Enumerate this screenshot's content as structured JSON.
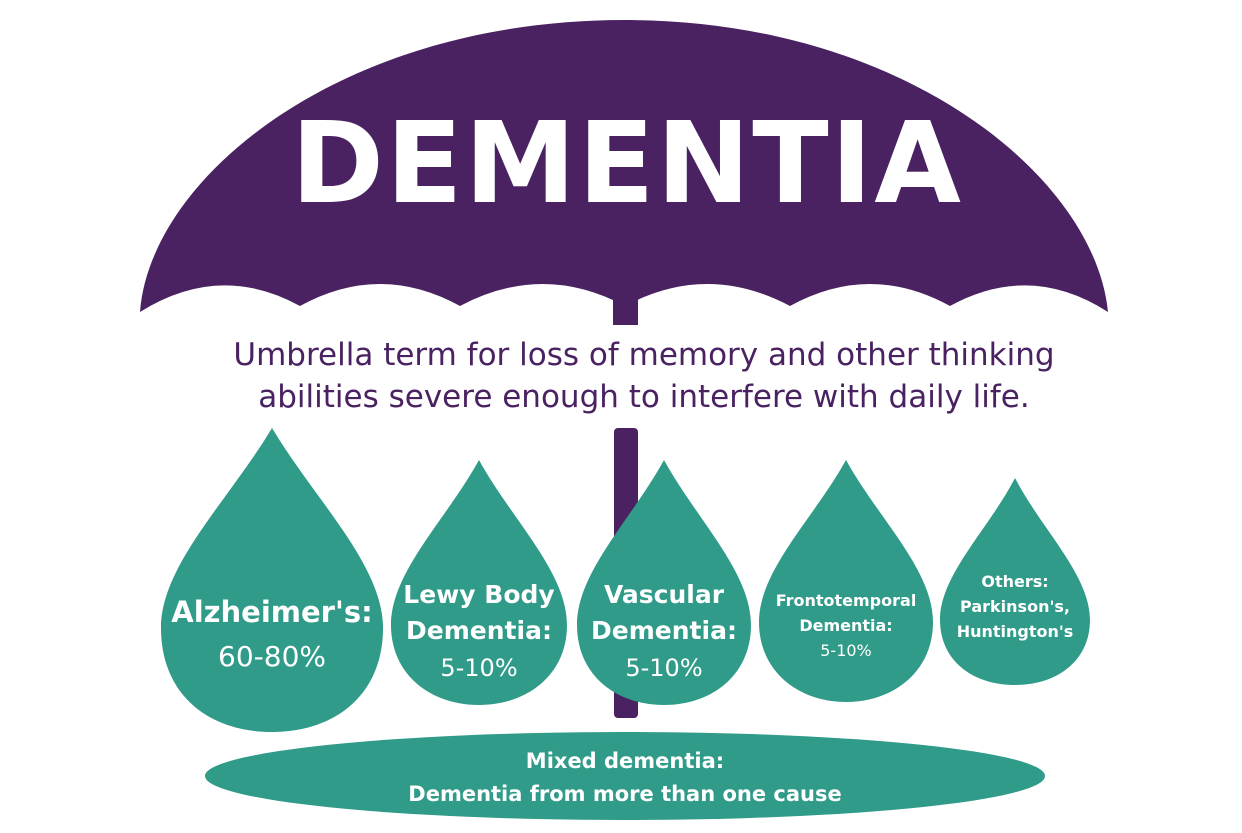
{
  "title": "DEMENTIA",
  "description": {
    "line1": "Umbrella term for loss of memory and other thinking",
    "line2": "abilities severe enough to interfere with daily life."
  },
  "drops": [
    {
      "name": "Alzheimer's:",
      "range": "60-80%"
    },
    {
      "name_line1": "Lewy Body",
      "name_line2": "Dementia:",
      "range": "5-10%"
    },
    {
      "name_line1": "Vascular",
      "name_line2": "Dementia:",
      "range": "5-10%"
    },
    {
      "name_line1": "Frontotemporal",
      "name_line2": "Dementia:",
      "range": "5-10%"
    },
    {
      "name_line1": "Others:",
      "name_line2": "Parkinson's,",
      "name_line3": "Huntington's"
    }
  ],
  "mixed": {
    "line1": "Mixed dementia:",
    "line2": "Dementia from more than one cause"
  },
  "colors": {
    "umbrella": "#4a2262",
    "drop": "#309b89",
    "drop_text": "#ffffff",
    "description_text": "#4a2262"
  }
}
